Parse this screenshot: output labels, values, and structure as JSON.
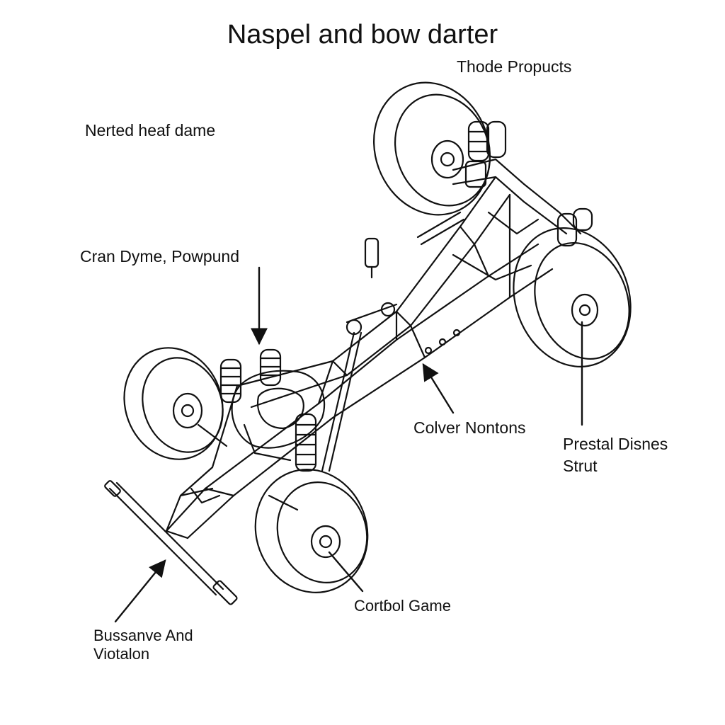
{
  "title": "Naspel and bow darter",
  "labels": {
    "top_right": "Thode Propucts",
    "left_upper": "Nerted heaf dame",
    "left_mid": "Cran Dyme, Powpund",
    "center_right": "Colver Nontons",
    "right": {
      "line1": "Prestal Disnes",
      "line2": "Strut"
    },
    "bottom_center": "Cortɓol Game",
    "bottom_left": {
      "line1": "Bussanve And",
      "line2": "Viotalon"
    }
  },
  "colors": {
    "ink": "#111111",
    "background": "#ffffff"
  }
}
